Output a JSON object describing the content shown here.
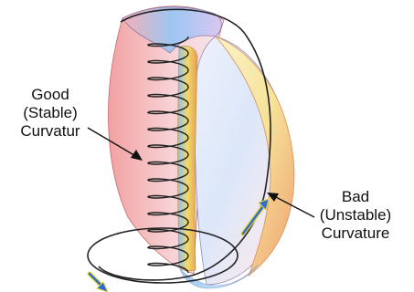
{
  "labels": {
    "good": {
      "line1": "Good",
      "line2": "(Stable)",
      "line3": "Curvatur"
    },
    "bad": {
      "line1": "Bad",
      "line2": "(Unstable)",
      "line3": "Curvature"
    }
  },
  "colors": {
    "surface_warm": "#f08a8a",
    "surface_cool": "#7fb8f0",
    "surface_yellow": "#f5e07a",
    "coil": "#222222",
    "arrow_fill": "#2a6fd1",
    "arrow_outline": "#e8d23a"
  }
}
